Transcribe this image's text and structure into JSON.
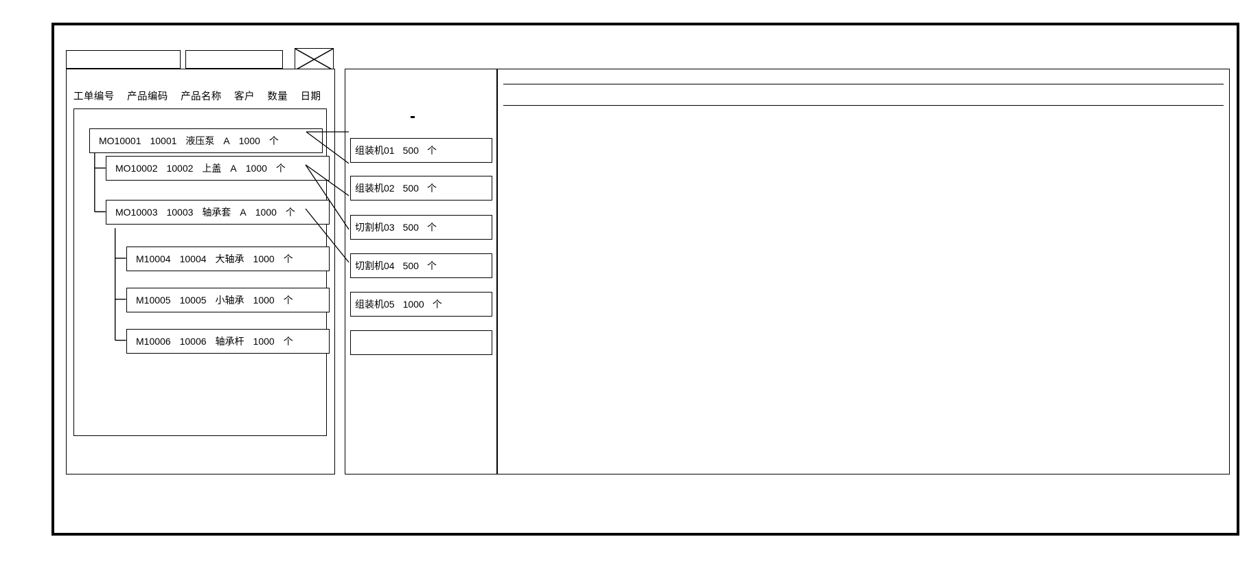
{
  "window": {
    "title": ""
  },
  "toolbar": {
    "field_1_value": "",
    "field_1_placeholder": "",
    "field_2_value": "",
    "field_2_placeholder": "",
    "x_box_label": ""
  },
  "left_panel": {
    "columns": [
      "工单编号",
      "产品编码",
      "产品名称",
      "客户",
      "数量",
      "日期"
    ],
    "rows": [
      {
        "order_no": "MO10001",
        "product_code": "10001",
        "product_name": "液压泵",
        "customer": "A",
        "qty": "1000",
        "unit": "个",
        "level": 0
      },
      {
        "order_no": "MO10002",
        "product_code": "10002",
        "product_name": "上盖",
        "customer": "A",
        "qty": "1000",
        "unit": "个",
        "level": 1
      },
      {
        "order_no": "MO10003",
        "product_code": "10003",
        "product_name": "轴承套",
        "customer": "A",
        "qty": "1000",
        "unit": "个",
        "level": 1
      },
      {
        "order_no": "M10004",
        "product_code": "10004",
        "product_name": "大轴承",
        "customer": "",
        "qty": "1000",
        "unit": "个",
        "level": 2
      },
      {
        "order_no": "M10005",
        "product_code": "10005",
        "product_name": "小轴承",
        "customer": "",
        "qty": "1000",
        "unit": "个",
        "level": 2
      },
      {
        "order_no": "M10006",
        "product_code": "10006",
        "product_name": "轴承杆",
        "customer": "",
        "qty": "1000",
        "unit": "个",
        "level": 2
      }
    ]
  },
  "middle_panel": {
    "cards": [
      {
        "machine": "组装机01",
        "qty": "500",
        "unit": "个"
      },
      {
        "machine": "组装机02",
        "qty": "500",
        "unit": "个"
      },
      {
        "machine": "切割机03",
        "qty": "500",
        "unit": "个"
      },
      {
        "machine": "切割机04",
        "qty": "500",
        "unit": "个"
      },
      {
        "machine": "组装机05",
        "qty": "1000",
        "unit": "个"
      },
      {
        "machine": "",
        "qty": "",
        "unit": ""
      }
    ]
  },
  "right_panel": {
    "header_row": "",
    "body_text": ""
  },
  "colors": {
    "stroke": "#000000",
    "background": "#ffffff"
  }
}
